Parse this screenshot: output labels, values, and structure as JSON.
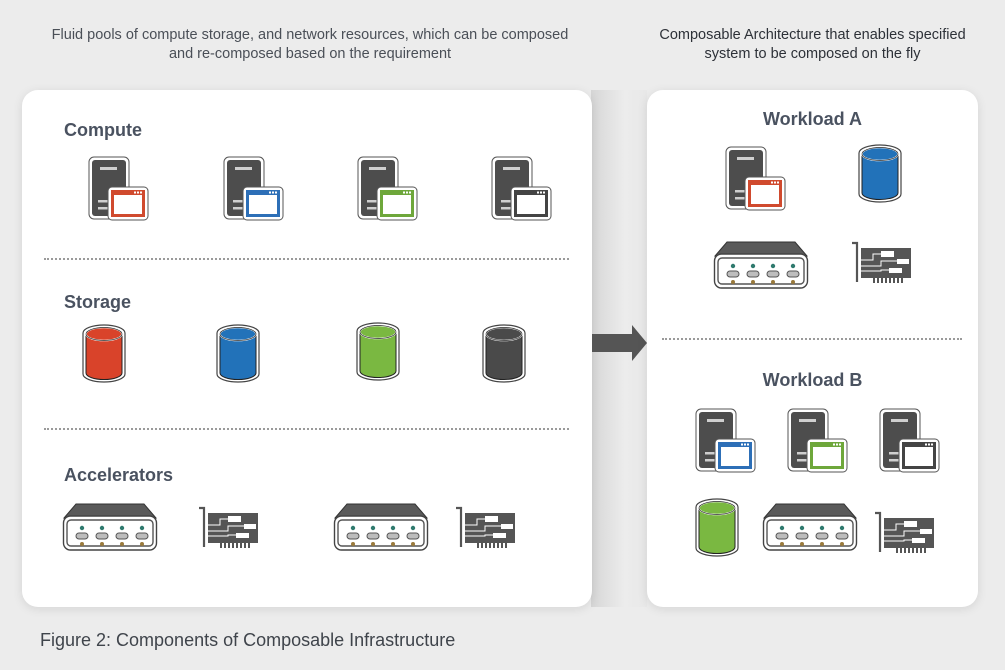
{
  "captions": {
    "left": "Fluid pools of compute storage, and network resources, which can be composed and re-composed based on the requirement",
    "right": "Composable Architecture that enables specified system to be composed on the fly"
  },
  "pool": {
    "sections": [
      {
        "title": "Compute",
        "items": [
          {
            "icon": "server-icon",
            "color": "#d04a2e"
          },
          {
            "icon": "server-icon",
            "color": "#2d6fb7"
          },
          {
            "icon": "server-icon",
            "color": "#6ea73b"
          },
          {
            "icon": "server-icon",
            "color": "#444444"
          }
        ]
      },
      {
        "title": "Storage",
        "items": [
          {
            "icon": "database-icon",
            "color": "#d9432a"
          },
          {
            "icon": "database-icon",
            "color": "#2272b9"
          },
          {
            "icon": "database-icon",
            "color": "#7ab841"
          },
          {
            "icon": "database-icon",
            "color": "#4a4a4a"
          }
        ]
      },
      {
        "title": "Accelerators",
        "items": [
          {
            "icon": "accelerator-box-icon"
          },
          {
            "icon": "pci-card-icon"
          },
          {
            "icon": "accelerator-box-icon"
          },
          {
            "icon": "pci-card-icon"
          }
        ]
      }
    ]
  },
  "workloads": [
    {
      "title": "Workload A",
      "items": [
        {
          "icon": "server-icon",
          "color": "#d04a2e"
        },
        {
          "icon": "database-icon",
          "color": "#2272b9"
        },
        {
          "icon": "accelerator-box-icon"
        },
        {
          "icon": "pci-card-icon"
        }
      ]
    },
    {
      "title": "Workload B",
      "items": [
        {
          "icon": "server-icon",
          "color": "#2d6fb7"
        },
        {
          "icon": "server-icon",
          "color": "#6ea73b"
        },
        {
          "icon": "server-icon",
          "color": "#444444"
        },
        {
          "icon": "database-icon",
          "color": "#7ab841"
        },
        {
          "icon": "accelerator-box-icon"
        },
        {
          "icon": "pci-card-icon"
        }
      ]
    }
  ],
  "arrow": {
    "icon": "right-arrow-icon",
    "color": "#555555"
  },
  "figure_caption": "Figure 2: Components of Composable Infrastructure"
}
